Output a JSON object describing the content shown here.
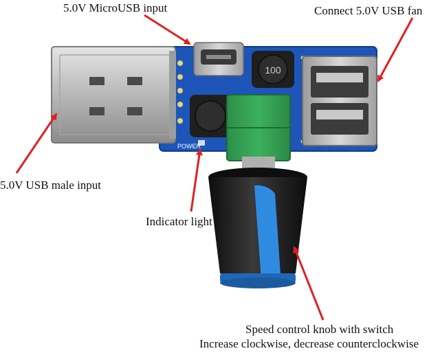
{
  "labels": {
    "microusb_input": "5.0V MicroUSB input",
    "usb_fan": "Connect 5.0V USB fan",
    "usb_male_input": "5.0V USB male input",
    "indicator_light": "Indicator light",
    "knob_line1": "Speed control knob with switch",
    "knob_line2": "Increase clockwise, decrease counterclockwise"
  },
  "silkscreen": {
    "power": "POWER",
    "inductor_code": "100"
  },
  "colors": {
    "arrow": "#e02020",
    "pcb": "#1d56b8",
    "potentiometer": "#2e9a4e",
    "knob_body": "#1a1a1a",
    "knob_stripe": "#2f8be0",
    "metal": "#c9c9c9"
  }
}
